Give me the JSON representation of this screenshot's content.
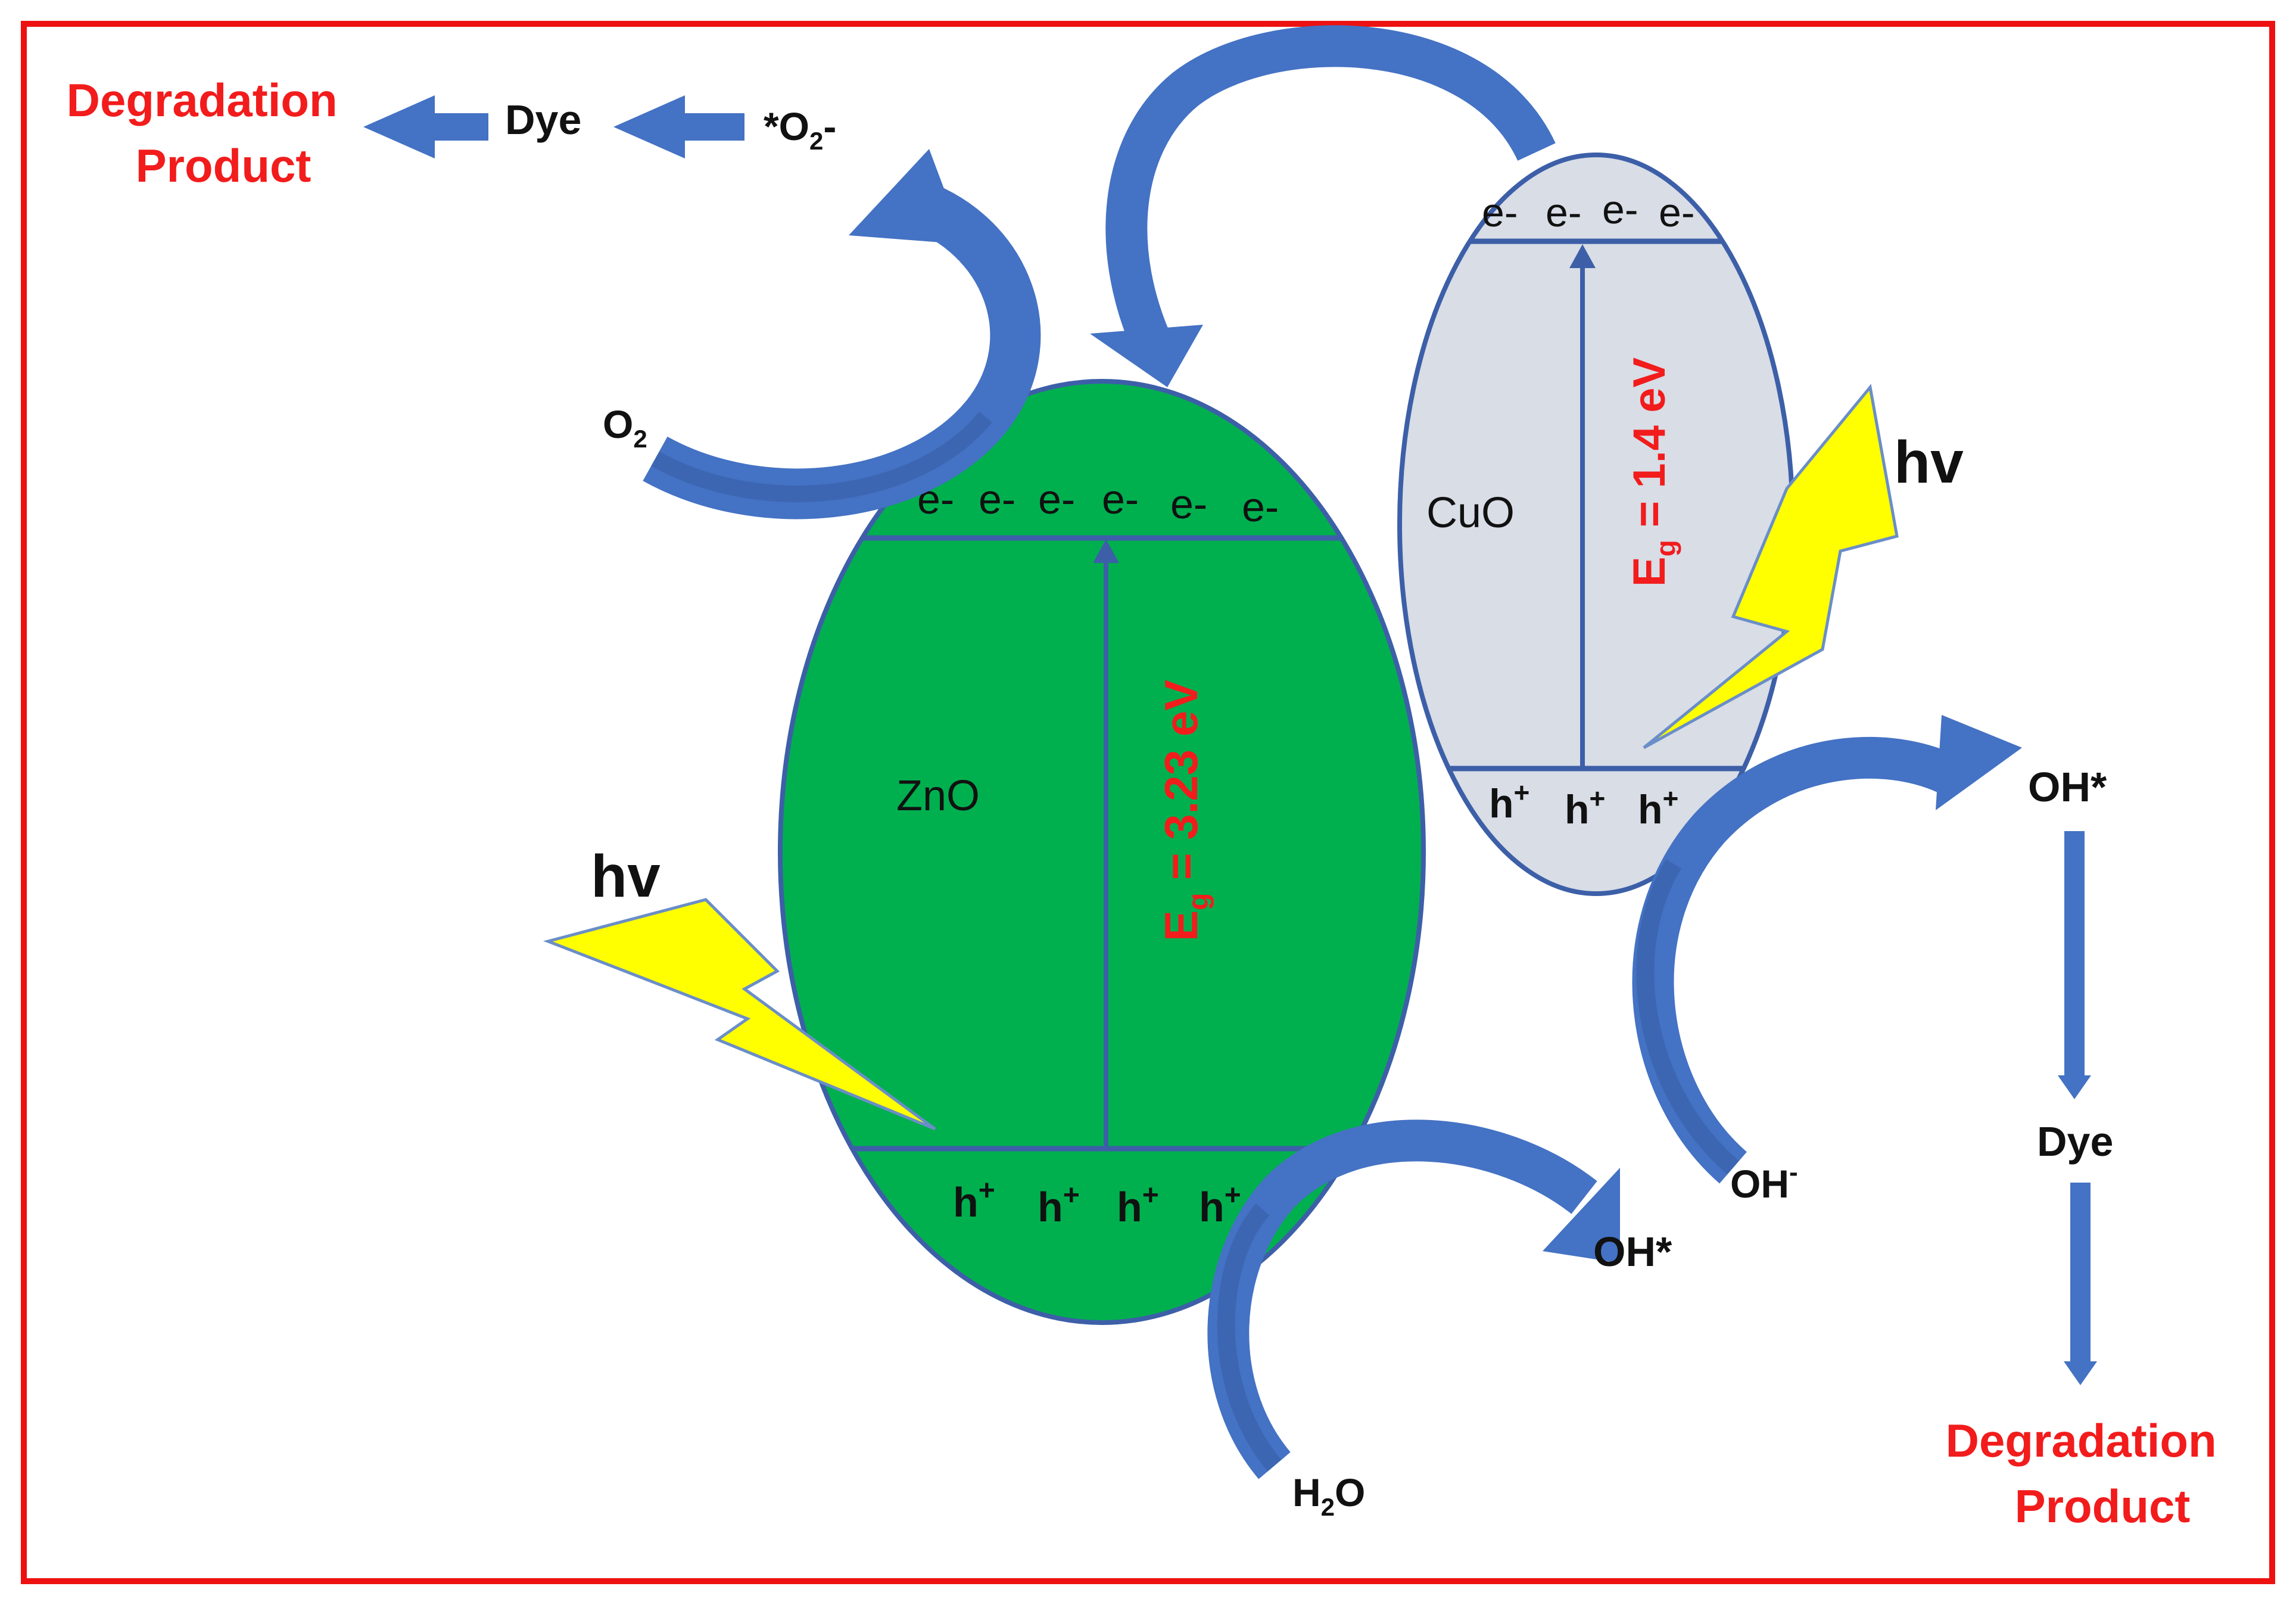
{
  "diagram": {
    "zno": {
      "name": "ZnO",
      "conduction_electrons": [
        "e-",
        "e-",
        "e-",
        "e-",
        "e-",
        "e-"
      ],
      "valence_holes": [
        "h",
        "h",
        "h",
        "h"
      ],
      "bandgap": {
        "symbol": "E",
        "subscript": "g",
        "text": " = 3.23 eV"
      }
    },
    "cuo": {
      "name": "CuO",
      "conduction_electrons": [
        "e-",
        "e-",
        "e-",
        "e-"
      ],
      "valence_holes": [
        "h",
        "h",
        "h"
      ],
      "bandgap": {
        "symbol": "E",
        "subscript": "g",
        "text": " = 1.4 eV"
      }
    },
    "hole_superscript": "+",
    "light_label": "hv",
    "species": {
      "o2": {
        "base": "O",
        "sub": "2"
      },
      "superoxide": {
        "prefix": "*O",
        "sub": "2",
        "suffix": "-"
      },
      "dye_top": "Dye",
      "degradation_top": [
        "Degradation",
        "Product"
      ],
      "h2o": {
        "base": "H",
        "sub": "2",
        "suffix": "O"
      },
      "oh_radical_bottom": "OH*",
      "oh_minus": {
        "base": "OH",
        "sup": "-"
      },
      "oh_radical_right": "OH*",
      "dye_right": "Dye",
      "degradation_right": [
        "Degradation",
        "Product"
      ]
    },
    "colors": {
      "zno_fill": "#00b04f",
      "cuo_fill": "#d8dde6",
      "outline": "#3d5fa8",
      "arrow": "#4472c4",
      "arrow_dark": "#2f4f93",
      "lightning": "#ffff00",
      "frame": "#ee1111",
      "red_text": "#f21c1c"
    }
  }
}
